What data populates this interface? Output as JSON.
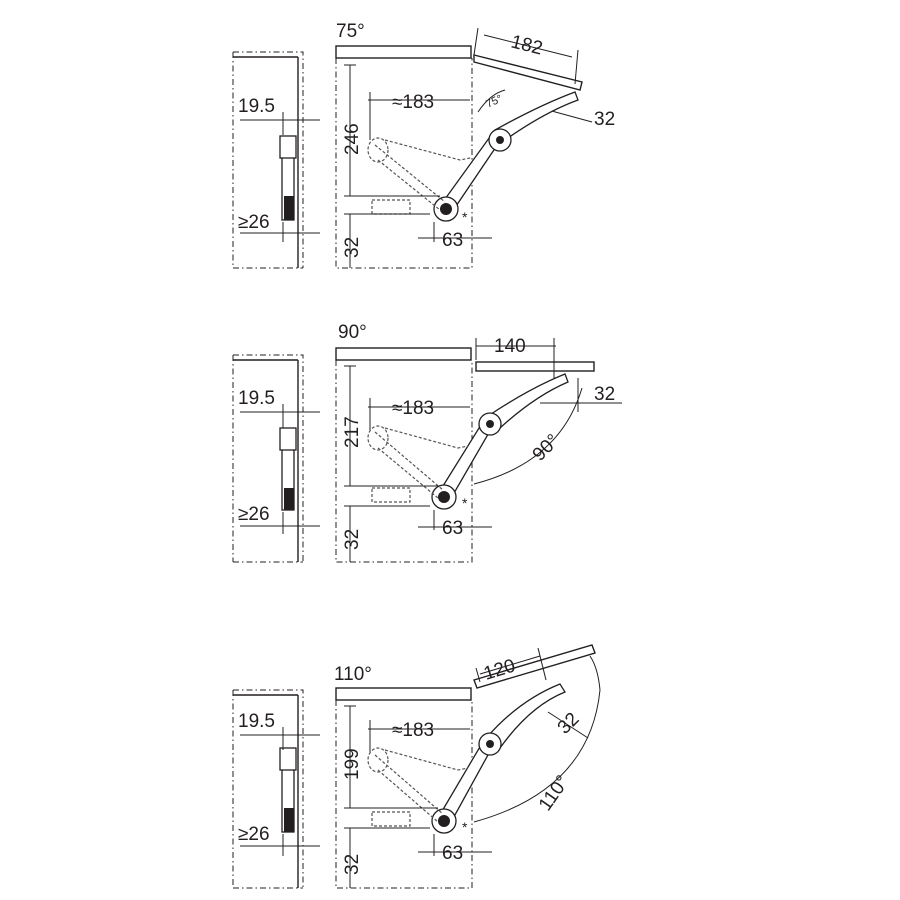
{
  "diagrams": [
    {
      "angle_label": "75°",
      "lid_width": "182",
      "arm_offset": "32",
      "arm_angle_small": "75°",
      "reach": "≈183",
      "height": "246",
      "bottom": "32",
      "base": "63",
      "side_width": "19.5",
      "min_depth": "≥26",
      "mark": "*"
    },
    {
      "angle_label": "90°",
      "lid_width": "140",
      "arm_offset": "32",
      "arc_label": "90°",
      "reach": "≈183",
      "height": "217",
      "bottom": "32",
      "base": "63",
      "side_width": "19.5",
      "min_depth": "≥26",
      "mark": "*"
    },
    {
      "angle_label": "110°",
      "lid_width": "120",
      "arm_offset": "32",
      "arc_label": "110°",
      "reach": "≈183",
      "height": "199",
      "bottom": "32",
      "base": "63",
      "side_width": "19.5",
      "min_depth": "≥26",
      "mark": "*"
    }
  ]
}
